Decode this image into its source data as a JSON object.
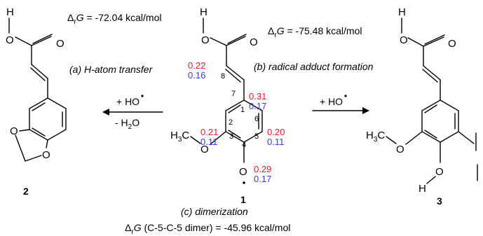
{
  "energy": {
    "left": {
      "symbol": "Δ",
      "sub": "r",
      "var": "G",
      "rest": " = -72.04 kcal/mol"
    },
    "right": {
      "symbol": "Δ",
      "sub": "r",
      "var": "G",
      "rest": " = -75.48 kcal/mol"
    },
    "bottom": {
      "symbol": "Δ",
      "sub": "r",
      "var": "G",
      "rest": " (C-5-C-5 dimer) = -45.96 kcal/mol"
    }
  },
  "captions": {
    "a": "(a) H-atom transfer",
    "b": "(b) radical adduct formation",
    "c": "(c) dimerization"
  },
  "left_arrow": {
    "top": "+ HO",
    "bottom_prefix": "- H",
    "bottom_sub": "2",
    "bottom_suffix": "O"
  },
  "right_arrow": {
    "top": "+ HO"
  },
  "compounds": {
    "c1": "1",
    "c2": "2",
    "c3": "3"
  },
  "atoms": {
    "O": "O",
    "H": "H",
    "H3C_H": "H",
    "H3C_3": "3",
    "H3C_C": "C"
  },
  "spin": {
    "c8": {
      "red": "0.22",
      "blue": "0.16"
    },
    "c1": {
      "red": "0.31",
      "blue": "0.17"
    },
    "c3": {
      "red": "0.21",
      "blue": "0.11"
    },
    "c5": {
      "red": "0.20",
      "blue": "0.11"
    },
    "o4": {
      "red": "0.29",
      "blue": "0.17"
    }
  },
  "positions": {
    "n1": "1",
    "n2": "2",
    "n3": "3",
    "n4": "4",
    "n5": "5",
    "n6": "6",
    "n7": "7",
    "n8": "8"
  }
}
